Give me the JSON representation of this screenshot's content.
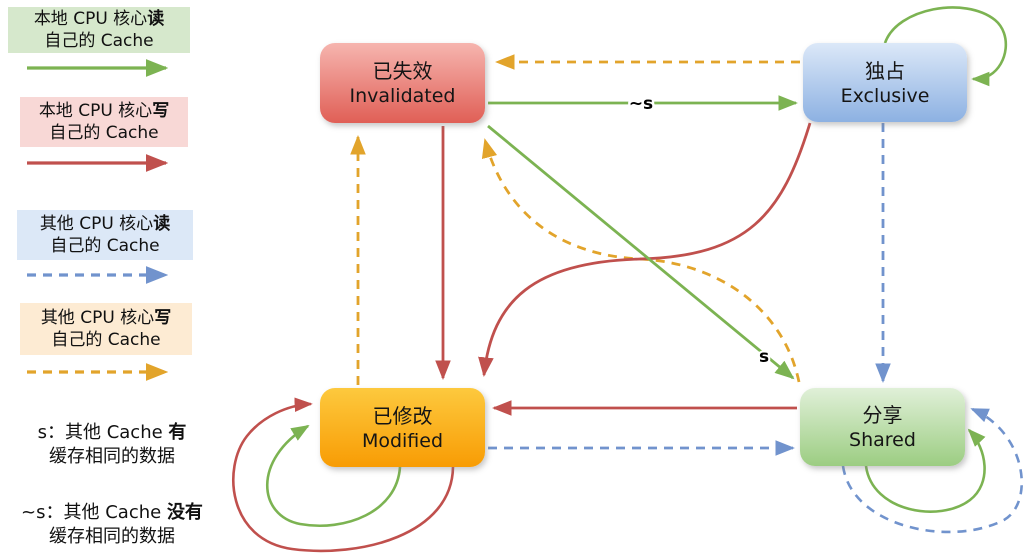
{
  "legend": {
    "items": [
      {
        "line1_normal": "本地 CPU 核心",
        "line1_bold": "读",
        "line2": "自己的 Cache"
      },
      {
        "line1_normal": "本地 CPU 核心",
        "line1_bold": "写",
        "line2": "自己的 Cache"
      },
      {
        "line1_normal": "其他 CPU 核心",
        "line1_bold": "读",
        "line2": "自己的 Cache"
      },
      {
        "line1_normal": "其他 CPU 核心",
        "line1_bold": "写",
        "line2": "自己的 Cache"
      }
    ],
    "notes": [
      {
        "term": "s：",
        "normal": "其他 Cache ",
        "bold": "有",
        "line2": "缓存相同的数据"
      },
      {
        "term": "~s：",
        "normal": "其他 Cache ",
        "bold": "没有",
        "line2": "缓存相同的数据"
      }
    ]
  },
  "states": [
    {
      "zh": "已失效",
      "en": "Invalidated"
    },
    {
      "zh": "独占",
      "en": "Exclusive"
    },
    {
      "zh": "已修改",
      "en": "Modified"
    },
    {
      "zh": "分享",
      "en": "Shared"
    }
  ],
  "edge_labels": {
    "not_shared": "~s",
    "shared": "s"
  },
  "colors": {
    "local_read_arrow": "#7cb352",
    "local_write_arrow": "#c0504d",
    "other_read_arrow": "#7193cd",
    "other_write_arrow": "#e2a42b",
    "invalidated_box_top": "#f6b5af",
    "invalidated_box_bottom": "#e05f56",
    "exclusive_box_top": "#dce8f8",
    "exclusive_box_bottom": "#8db1e2",
    "modified_box_top": "#fdc93e",
    "modified_box_bottom": "#f89c04",
    "shared_box_top": "#e0f0d8",
    "shared_box_bottom": "#9ccd82",
    "legend_local_read_bg": "#d6e8cc",
    "legend_local_write_bg": "#f8d8d6",
    "legend_other_read_bg": "#dce8f7",
    "legend_other_write_bg": "#fdebd3"
  }
}
